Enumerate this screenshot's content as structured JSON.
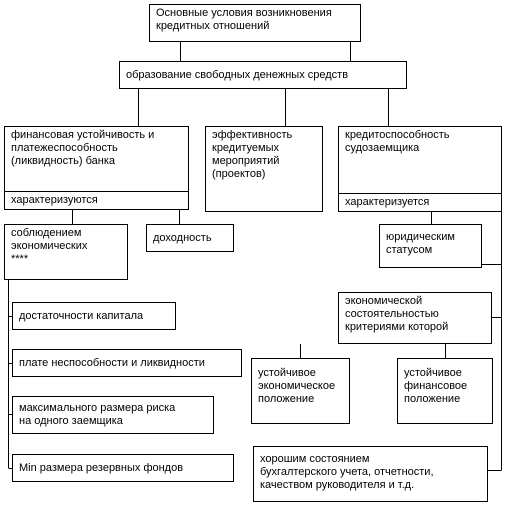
{
  "boxes": {
    "root": "Основные условия возникновения\nкредитных отношений",
    "level1": "образование свободных денежных средств",
    "bank": "финансовая устойчивость и\nплатежеспособность\n(ликвидность) банка",
    "bank_sub": "характеризуются",
    "effect": "эффективность\nкредитуемых\nмероприятий\n(проектов)",
    "credit": "кредитоспособность\nсудозаемщика",
    "credit_sub": "характеризуется",
    "comply": "соблюдением\nэкономических\n****",
    "income": "доходность",
    "legal": "юридическим\nстатусом",
    "capital": "достаточности капитала",
    "liquidity": "плате неспособности и ликвидности",
    "risk": "максимального размера риска\nна одного заемщика",
    "reserve": "Min размера резервных фондов",
    "econstate": "экономической\nсостоятельностью\nкритериями которой",
    "stable_econ": "устойчивое\nэкономическое\nположение",
    "stable_fin": "устойчивое\nфинансовое\nположение",
    "accounting": "хорошим состоянием\nбухгалтерского учета, отчетности,\nкачеством руководителя и т.д."
  }
}
